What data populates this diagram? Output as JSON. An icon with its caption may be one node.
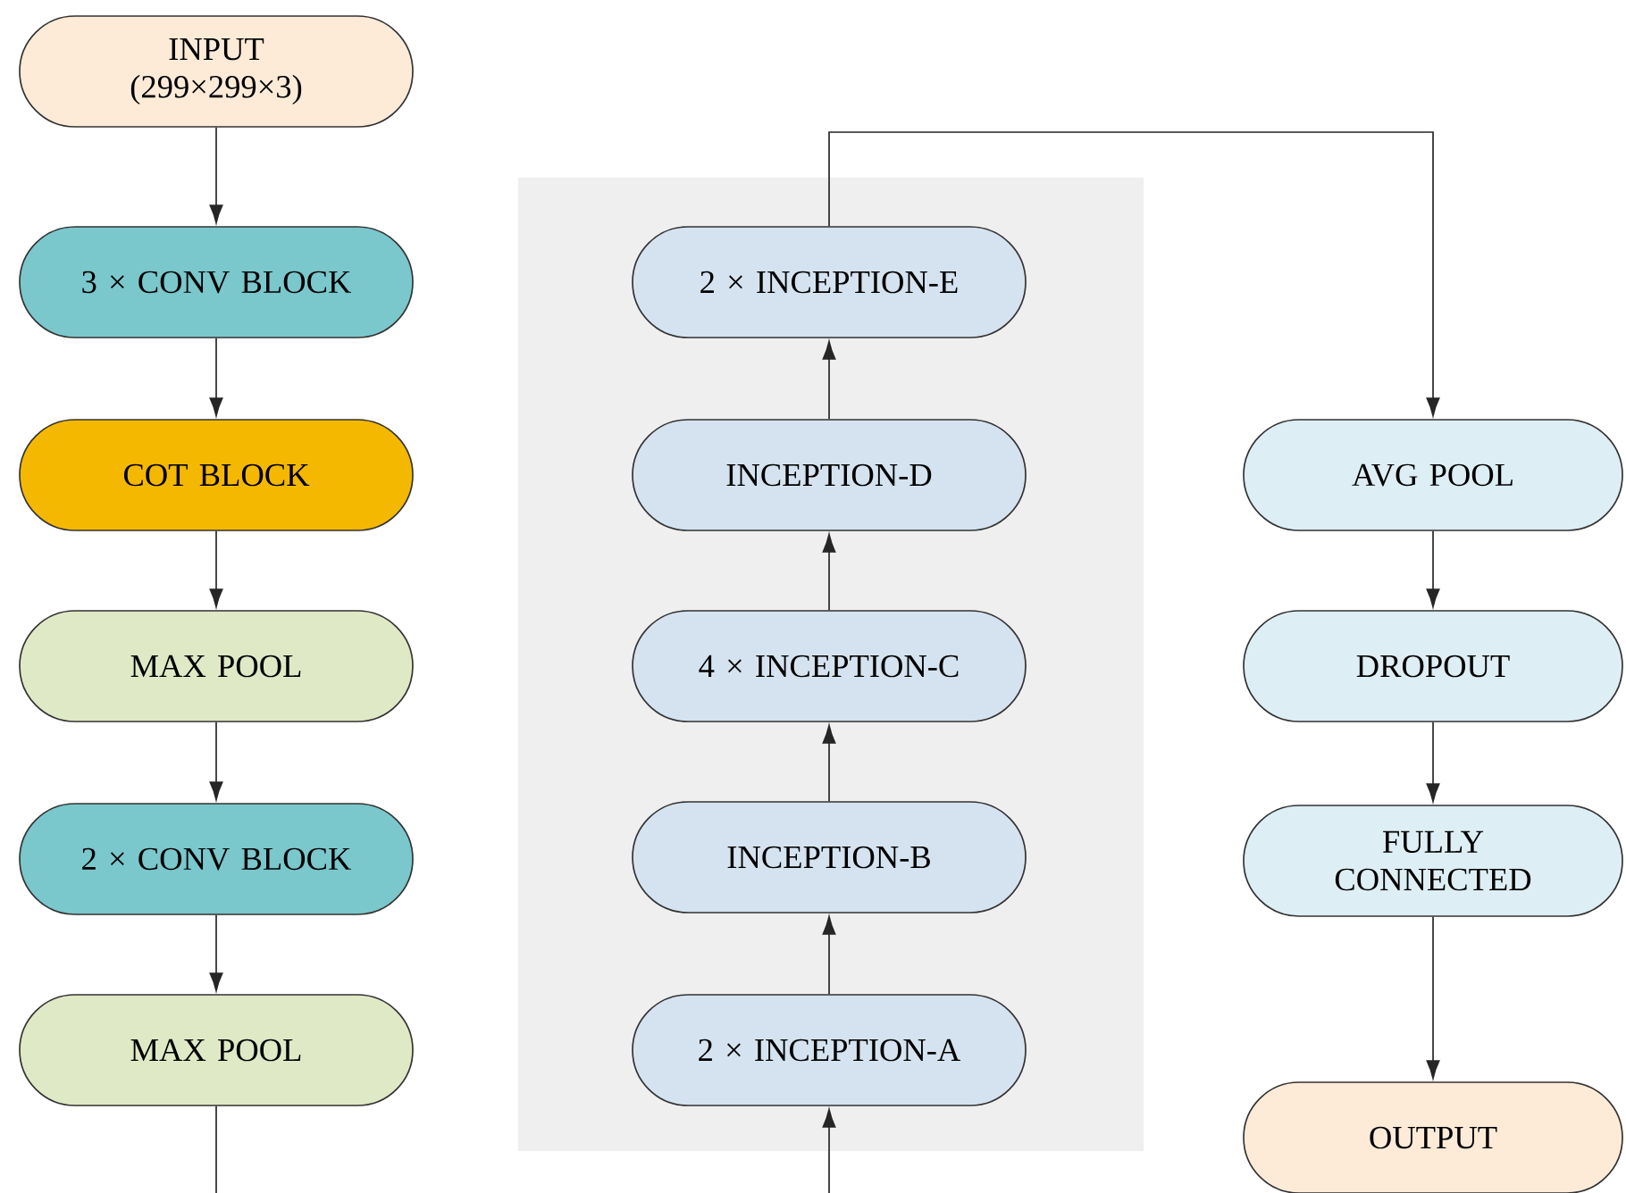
{
  "diagram": {
    "nodes": [
      {
        "text": [
          "INPUT",
          "(299×299×3)"
        ]
      },
      {
        "text": [
          "3 × CONV BLOCK"
        ]
      },
      {
        "text": [
          "COT BLOCK"
        ]
      },
      {
        "text": [
          "MAX POOL"
        ]
      },
      {
        "text": [
          "2 × CONV BLOCK"
        ]
      },
      {
        "text": [
          "MAX POOL"
        ]
      },
      {
        "text": [],
        "shape": "box"
      },
      {
        "text": [
          "2 × INCEPTION-A"
        ],
        "in": 6
      },
      {
        "text": [
          "INCEPTION-B"
        ],
        "in": 6
      },
      {
        "text": [
          "4 × INCEPTION-C"
        ],
        "in": 6
      },
      {
        "text": [
          "INCEPTION-D"
        ],
        "in": 6
      },
      {
        "text": [
          "2 × INCEPTION-E"
        ],
        "in": 6
      },
      {
        "text": [
          "AVG POOL"
        ]
      },
      {
        "text": [
          "DROPOUT"
        ]
      },
      {
        "text": [
          "FULLY CONNECTED"
        ]
      },
      {
        "text": [
          "OUTPUT"
        ]
      }
    ],
    "edges": [
      {
        "from": 0,
        "to": 1,
        "arrow": "to"
      },
      {
        "from": 1,
        "to": 2,
        "arrow": "to"
      },
      {
        "from": 2,
        "to": 3,
        "arrow": "to"
      },
      {
        "from": 3,
        "to": 4,
        "arrow": "to"
      },
      {
        "from": 4,
        "to": 5,
        "arrow": "to"
      },
      {
        "from": 5,
        "to": null,
        "arrow": "none"
      },
      {
        "from": null,
        "to": 7,
        "arrow": "to"
      },
      {
        "from": 7,
        "to": 8,
        "arrow": "to"
      },
      {
        "from": 8,
        "to": 9,
        "arrow": "to"
      },
      {
        "from": 9,
        "to": 10,
        "arrow": "to"
      },
      {
        "from": 10,
        "to": 11,
        "arrow": "to"
      },
      {
        "from": 11,
        "to": 12,
        "arrow": "to"
      },
      {
        "from": 12,
        "to": 13,
        "arrow": "to"
      },
      {
        "from": 13,
        "to": 14,
        "arrow": "to"
      },
      {
        "from": 14,
        "to": 15,
        "arrow": "to"
      }
    ]
  }
}
